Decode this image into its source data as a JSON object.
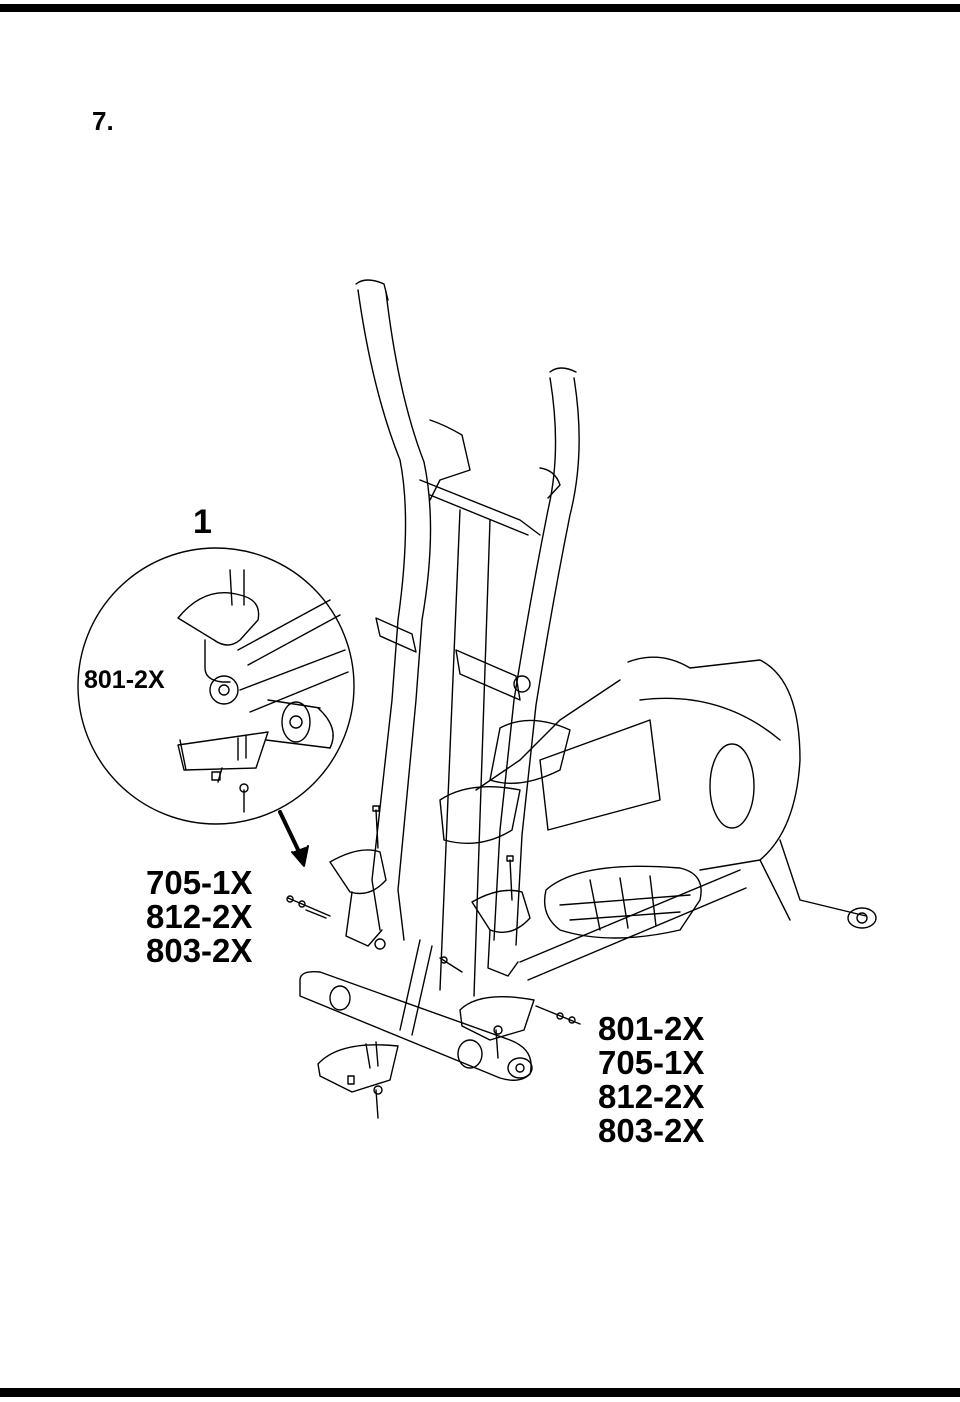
{
  "step": {
    "number": "7."
  },
  "detail": {
    "number": "1",
    "callout_part": "801-2X"
  },
  "parts_mid": [
    "705-1X",
    "812-2X",
    "803-2X"
  ],
  "parts_right": [
    "801-2X",
    "705-1X",
    "812-2X",
    "803-2X"
  ],
  "colors": {
    "ink": "#000000",
    "paper": "#ffffff"
  }
}
